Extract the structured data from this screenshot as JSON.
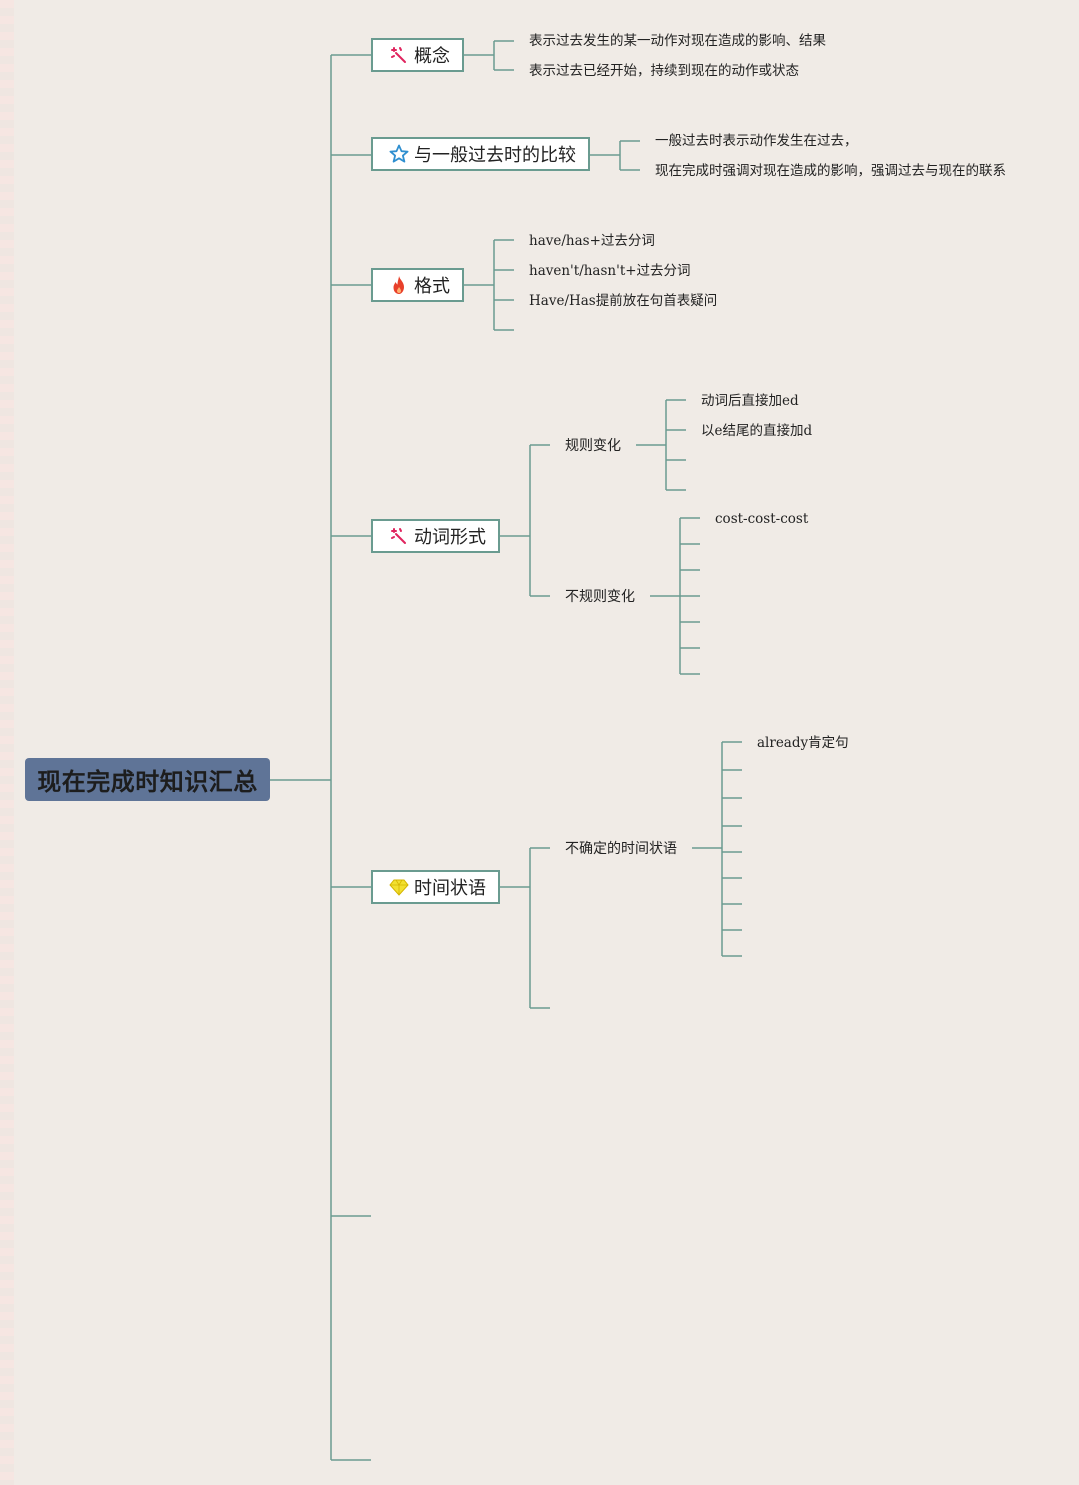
{
  "root": "现在完成时知识汇总",
  "branches": [
    {
      "title": "概念",
      "icon": "wand-icon",
      "leaves": [
        "表示过去发生的某一动作对现在造成的影响、结果",
        "表示过去已经开始，持续到现在的动作或状态"
      ]
    },
    {
      "title": "与一般过去时的比较",
      "icon": "star-icon",
      "leaves": [
        "一般过去时表示动作发生在过去，",
        "现在完成时强调对现在造成的影响，强调过去与现在的联系"
      ]
    },
    {
      "title": "格式",
      "icon": "fire-icon",
      "leaves": [
        "have/has+过去分词",
        "haven't/hasn't+过去分词",
        "Have/Has提前放在句首表疑问"
      ]
    },
    {
      "title": "动词形式",
      "icon": "wand-icon",
      "sub": [
        {
          "title": "规则变化",
          "leaves": [
            "动词后直接加ed",
            "以e结尾的直接加d"
          ]
        },
        {
          "title": "不规则变化",
          "leaves": [
            "cost-cost-cost"
          ]
        }
      ]
    },
    {
      "title": "时间状语",
      "icon": "diamond-icon",
      "sub": [
        {
          "title": "不确定的时间状语",
          "leaves": [
            "already肯定句"
          ]
        }
      ]
    }
  ],
  "colors": {
    "line": "#6a9b90",
    "root_bg": "#5f7497",
    "background": "#f0ebe6",
    "wand": "#e0245e",
    "star": "#2f8fd0",
    "fire": "#e8402a",
    "diamond": "#f2e030"
  }
}
